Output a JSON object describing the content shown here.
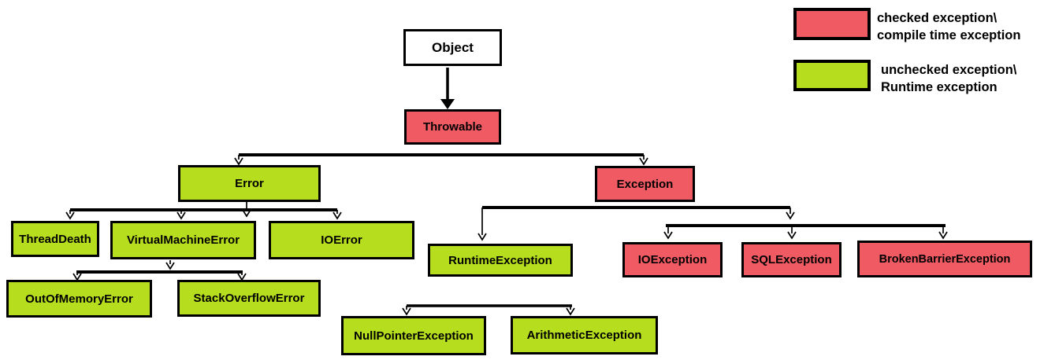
{
  "diagram": {
    "nodes": {
      "object": {
        "label": "Object",
        "type": "neutral"
      },
      "throwable": {
        "label": "Throwable",
        "type": "checked"
      },
      "error": {
        "label": "Error",
        "type": "unchecked"
      },
      "exception": {
        "label": "Exception",
        "type": "checked"
      },
      "thread_death": {
        "label": "ThreadDeath",
        "type": "unchecked"
      },
      "virtual_machine_error": {
        "label": "VirtualMachineError",
        "type": "unchecked"
      },
      "io_error": {
        "label": "IOError",
        "type": "unchecked"
      },
      "out_of_memory_error": {
        "label": "OutOfMemoryError",
        "type": "unchecked"
      },
      "stack_overflow_error": {
        "label": "StackOverflowError",
        "type": "unchecked"
      },
      "runtime_exception": {
        "label": "RuntimeException",
        "type": "unchecked"
      },
      "io_exception": {
        "label": "IOException",
        "type": "checked"
      },
      "sql_exception": {
        "label": "SQLException",
        "type": "checked"
      },
      "broken_barrier_exception": {
        "label": "BrokenBarrierException",
        "type": "checked"
      },
      "null_pointer_exception": {
        "label": "NullPointerException",
        "type": "unchecked"
      },
      "arithmetic_exception": {
        "label": "ArithmeticException",
        "type": "unchecked"
      }
    },
    "edges": [
      {
        "from": "Object",
        "to": "Throwable"
      },
      {
        "from": "Throwable",
        "to": "Error"
      },
      {
        "from": "Throwable",
        "to": "Exception"
      },
      {
        "from": "Error",
        "to": "ThreadDeath"
      },
      {
        "from": "Error",
        "to": "VirtualMachineError"
      },
      {
        "from": "Error",
        "to": "IOError"
      },
      {
        "from": "VirtualMachineError",
        "to": "OutOfMemoryError"
      },
      {
        "from": "VirtualMachineError",
        "to": "StackOverflowError"
      },
      {
        "from": "Exception",
        "to": "RuntimeException"
      },
      {
        "from": "Exception",
        "to": "IOException"
      },
      {
        "from": "Exception",
        "to": "SQLException"
      },
      {
        "from": "Exception",
        "to": "BrokenBarrierException"
      },
      {
        "from": "RuntimeException",
        "to": "NullPointerException"
      },
      {
        "from": "RuntimeException",
        "to": "ArithmeticException"
      }
    ]
  },
  "legend": {
    "items": [
      {
        "color_key": "checked",
        "line1": "checked exception\\",
        "line2": "compile time exception"
      },
      {
        "color_key": "unchecked",
        "line1": "unchecked exception\\",
        "line2": "Runtime exception"
      }
    ]
  },
  "colors": {
    "checked": "#F05A62",
    "unchecked": "#B6DE1E",
    "neutral": "#FFFFFF",
    "line": "#000000"
  }
}
